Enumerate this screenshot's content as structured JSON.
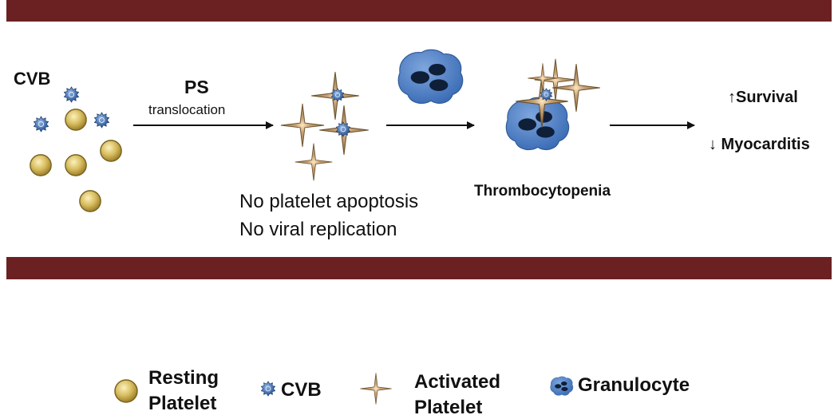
{
  "diagram": {
    "cvb_title": "CVB",
    "ps_label": "PS",
    "translocation_label": "translocation",
    "note_line1": "No platelet apoptosis",
    "note_line2": "No viral replication",
    "thrombocytopenia_label": "Thrombocytopenia",
    "survival_label": "↑Survival",
    "myocarditis_label": "↓ Myocarditis"
  },
  "legend": {
    "resting_line1": "Resting",
    "resting_line2": "Platelet",
    "cvb": "CVB",
    "activated_line1": "Activated",
    "activated_line2": "Platelet",
    "granulocyte": "Granulocyte"
  },
  "colors": {
    "band": "#6b2122",
    "platelet_fill": "#c9ad4f",
    "star_fill": "#a8875a",
    "virus_fill": "#3d6fae",
    "granulocyte_fill": "#4e7fc6",
    "nucleus_fill": "#0f1f38"
  }
}
